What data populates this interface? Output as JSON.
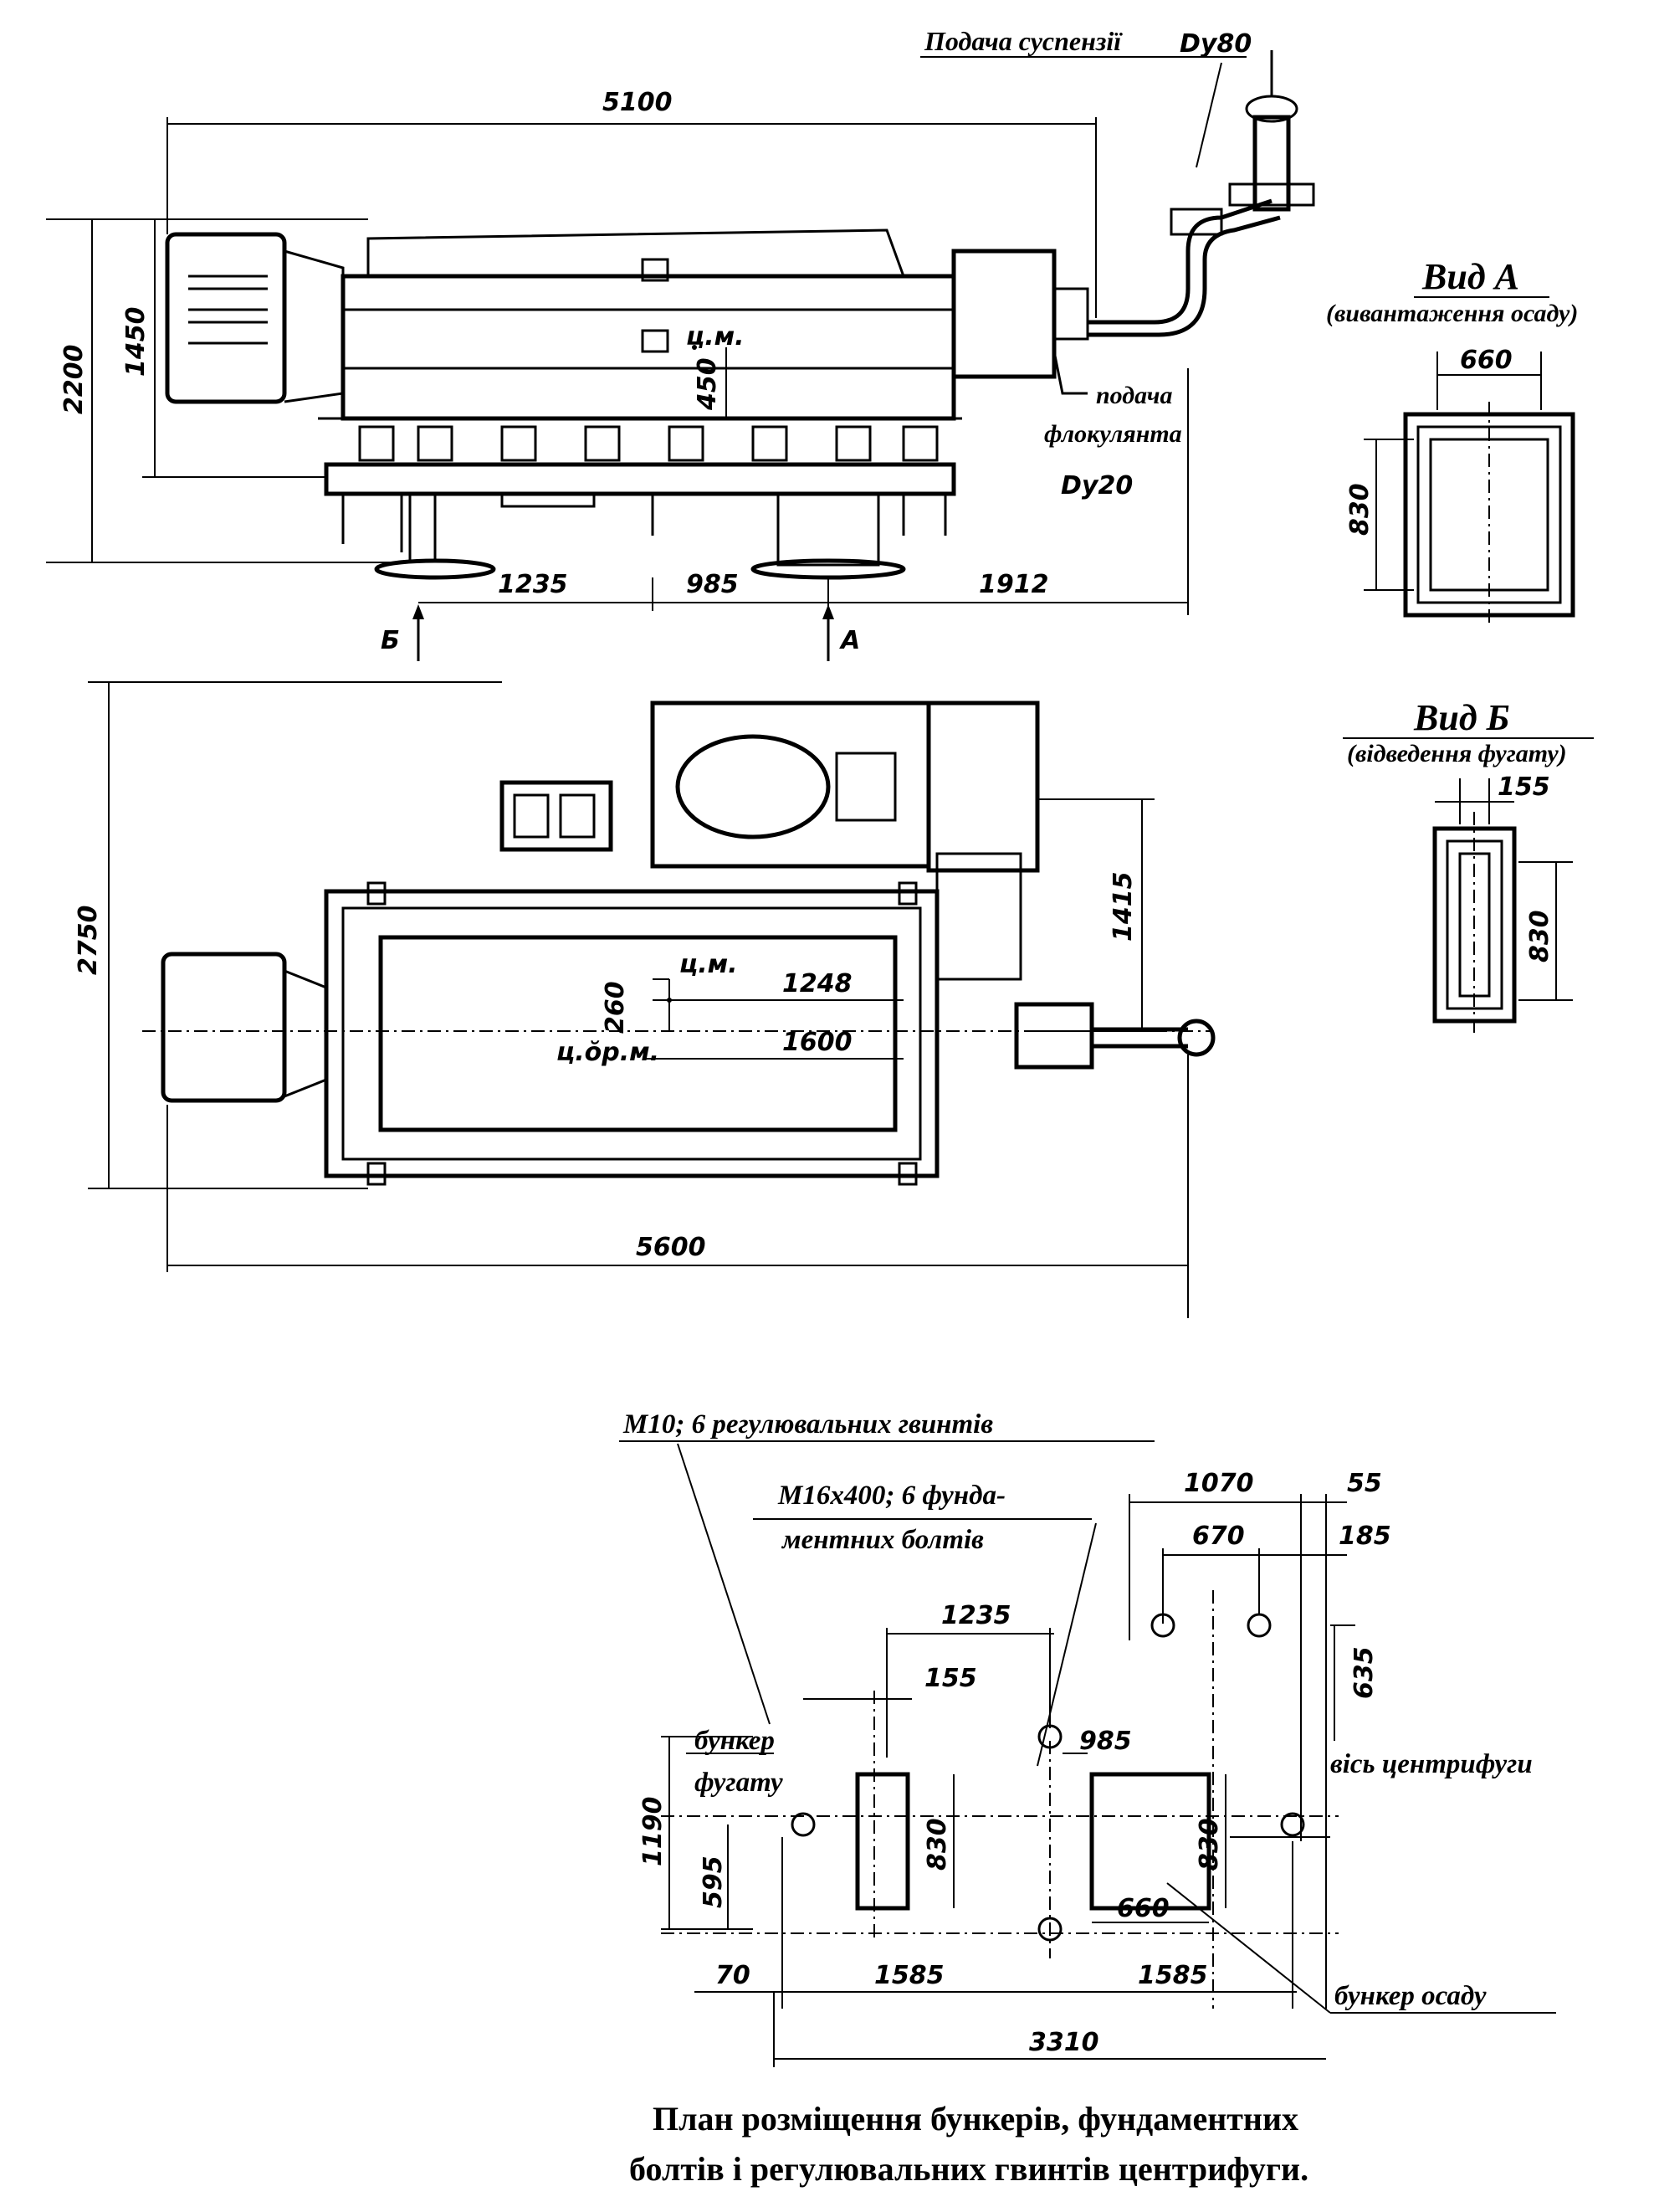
{
  "labels": {
    "suspension_feed": "Подача суспензії",
    "suspension_dn": "Dy80",
    "flocculant_line1": "подача",
    "flocculant_line2": "флокулянта",
    "flocculant_dn": "Dy20",
    "cm": "ц.м.",
    "cdrm": "ц.ŏр.м.",
    "section_b": "Б",
    "section_a": "А",
    "bolts_m10": "М10; 6 регулювальних гвинтів",
    "bolts_m16_line1": "М16х400; 6 фунда-",
    "bolts_m16_line2": "ментних болтів",
    "bunker_fugate_line1": "бункер",
    "bunker_fugate_line2": "фугату",
    "centrifuge_axis": "вісь центрифуги",
    "bunker_sediment": "бункер осаду"
  },
  "views": {
    "view_a_title": "Вид А",
    "view_a_subtitle": "(вивантаження осаду)",
    "view_b_title": "Вид Б",
    "view_b_subtitle": "(відведення фугату)"
  },
  "dimensions": {
    "d5100": "5100",
    "d2200": "2200",
    "d1450": "1450",
    "d450": "450",
    "d1235a": "1235",
    "d985a": "985",
    "d1912": "1912",
    "d660a": "660",
    "d830a": "830",
    "d155a": "155",
    "d830b": "830",
    "d2750": "2750",
    "d1415": "1415",
    "d260": "260",
    "d1248": "1248",
    "d1600": "1600",
    "d5600": "5600",
    "d1070": "1070",
    "d55": "55",
    "d670": "670",
    "d185": "185",
    "d1235b": "1235",
    "d155b": "155",
    "d635": "635",
    "d985b": "985",
    "d1190": "1190",
    "d595": "595",
    "d830c": "830",
    "d830d": "830",
    "d660b": "660",
    "d70": "70",
    "d1585a": "1585",
    "d1585b": "1585",
    "d3310": "3310"
  },
  "caption": {
    "line1": "План розміщення бункерів, фундаментних",
    "line2": "болтів і регулювальних гвинтів центрифуги."
  }
}
